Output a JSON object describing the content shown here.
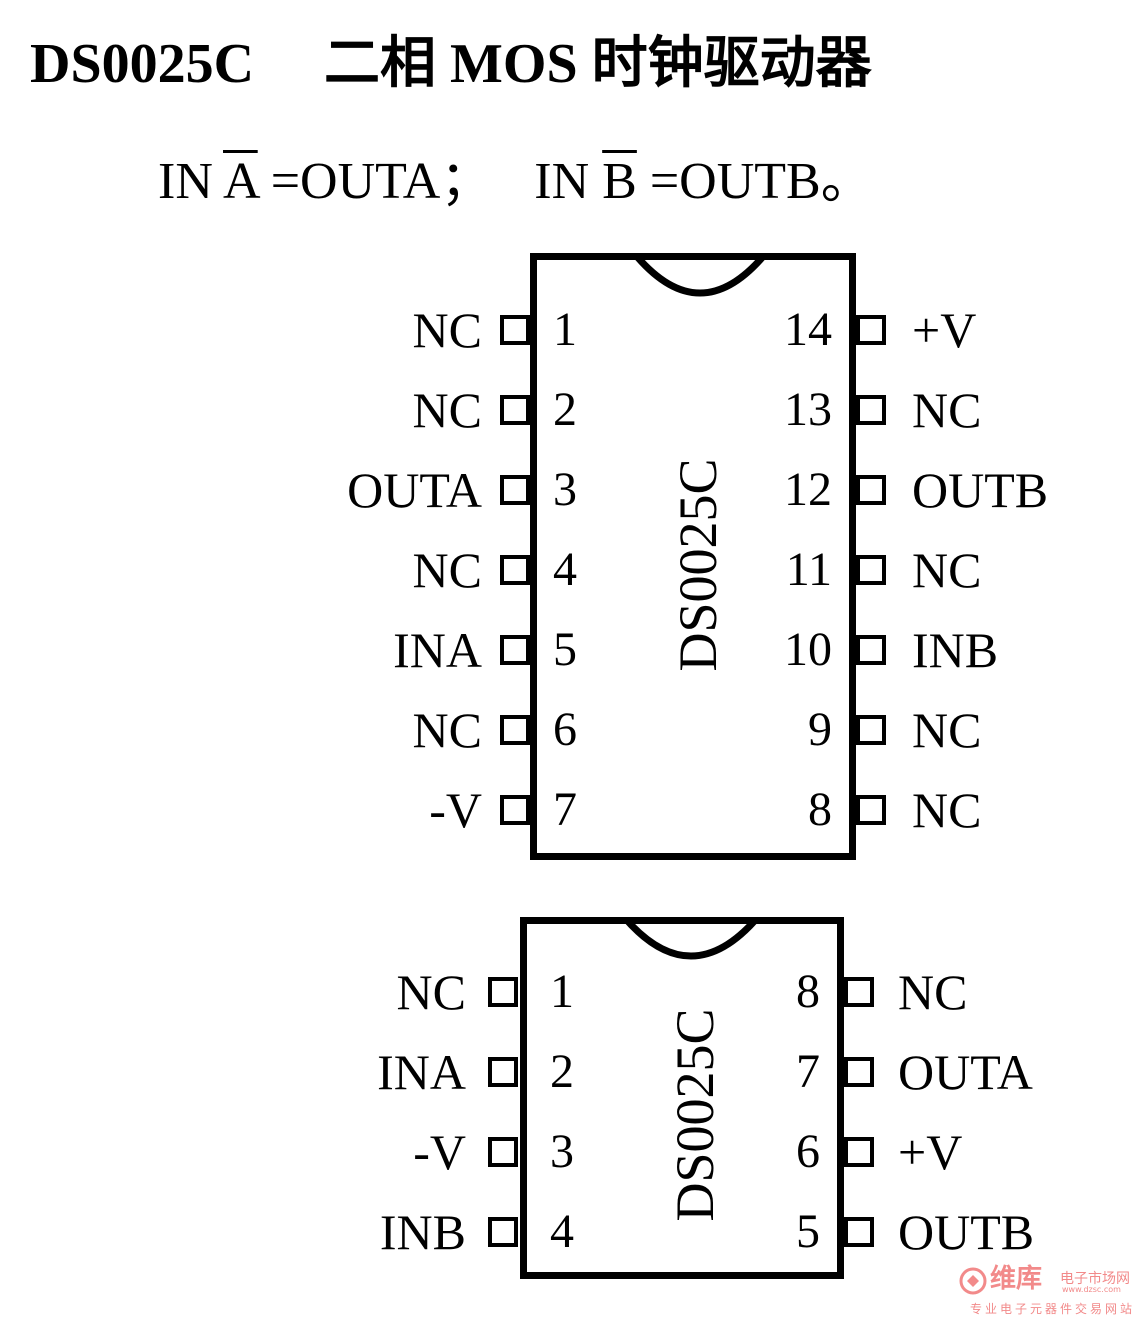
{
  "title": {
    "part": "DS0025C",
    "desc": "二相 MOS 时钟驱动器"
  },
  "formula": {
    "in1": "IN",
    "bar1": "A",
    "eq1": "=OUTA；",
    "in2": "IN",
    "bar2": "B",
    "eq2": "=OUTB。"
  },
  "chip14": {
    "name": "DS0025C",
    "left_pins": [
      {
        "num": "1",
        "label": "NC"
      },
      {
        "num": "2",
        "label": "NC"
      },
      {
        "num": "3",
        "label": "OUTA"
      },
      {
        "num": "4",
        "label": "NC"
      },
      {
        "num": "5",
        "label": "INA"
      },
      {
        "num": "6",
        "label": "NC"
      },
      {
        "num": "7",
        "label": "-V"
      }
    ],
    "right_pins": [
      {
        "num": "14",
        "label": "+V"
      },
      {
        "num": "13",
        "label": "NC"
      },
      {
        "num": "12",
        "label": "OUTB"
      },
      {
        "num": "11",
        "label": "NC"
      },
      {
        "num": "10",
        "label": "INB"
      },
      {
        "num": "9",
        "label": "NC"
      },
      {
        "num": "8",
        "label": "NC"
      }
    ]
  },
  "chip8": {
    "name": "DS0025C",
    "left_pins": [
      {
        "num": "1",
        "label": "NC"
      },
      {
        "num": "2",
        "label": "INA"
      },
      {
        "num": "3",
        "label": "-V"
      },
      {
        "num": "4",
        "label": "INB"
      }
    ],
    "right_pins": [
      {
        "num": "8",
        "label": "NC"
      },
      {
        "num": "7",
        "label": "OUTA"
      },
      {
        "num": "6",
        "label": "+V"
      },
      {
        "num": "5",
        "label": "OUTB"
      }
    ]
  },
  "watermark": {
    "brand": "维库",
    "sub": "电子市场网",
    "url": "www.dzsc.com",
    "tag": "专业电子元器件交易网站"
  }
}
